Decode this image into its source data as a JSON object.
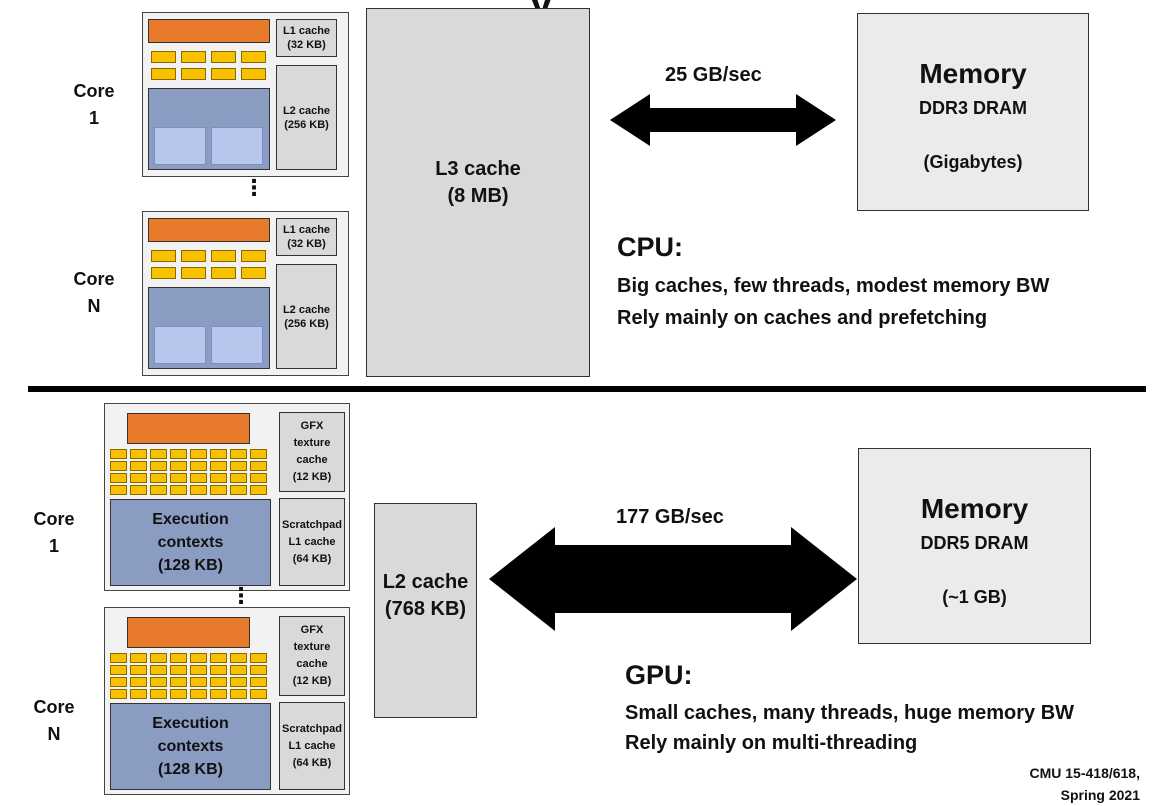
{
  "top_title_fragment": "y",
  "cpu": {
    "core1": {
      "label_line1": "Core",
      "label_line2": "1",
      "l1": "L1 cache\n(32 KB)",
      "l2": "L2 cache\n(256 KB)"
    },
    "coreN": {
      "label_line1": "Core",
      "label_line2": "N",
      "l1": "L1 cache\n(32 KB)",
      "l2": "L2 cache\n(256 KB)"
    },
    "dots": "⋮",
    "l3_line1": "L3 cache",
    "l3_line2": "(8 MB)",
    "bandwidth": "25 GB/sec",
    "memory": {
      "title": "Memory",
      "type": "DDR3 DRAM",
      "size": "(Gigabytes)"
    },
    "heading": "CPU:",
    "line1": "Big caches, few threads, modest memory BW",
    "line2": "Rely mainly on caches and prefetching"
  },
  "gpu": {
    "core1": {
      "label_line1": "Core",
      "label_line2": "1",
      "gfx": "GFX\ntexture\ncache\n(12 KB)",
      "scratch": "Scratchpad\nL1 cache\n(64 KB)",
      "exec": "Execution\ncontexts\n(128 KB)"
    },
    "coreN": {
      "label_line1": "Core",
      "label_line2": "N",
      "gfx": "GFX\ntexture\ncache\n(12 KB)",
      "scratch": "Scratchpad\nL1 cache\n(64 KB)",
      "exec": "Execution\ncontexts\n(128 KB)"
    },
    "dots": "⋮",
    "l2_line1": "L2 cache",
    "l2_line2": "(768 KB)",
    "bandwidth": "177 GB/sec",
    "memory": {
      "title": "Memory",
      "type": "DDR5 DRAM",
      "size": "(~1 GB)"
    },
    "heading": "GPU:",
    "line1": "Small caches, many threads, huge memory BW",
    "line2": "Rely mainly on multi-threading"
  },
  "footer": {
    "line1": "CMU 15-418/618,",
    "line2": "Spring 2021"
  },
  "colors": {
    "orange": "#e87a2c",
    "yellow": "#f7c100",
    "blue": "#8a9cc2",
    "gray": "#d9d9d9"
  }
}
